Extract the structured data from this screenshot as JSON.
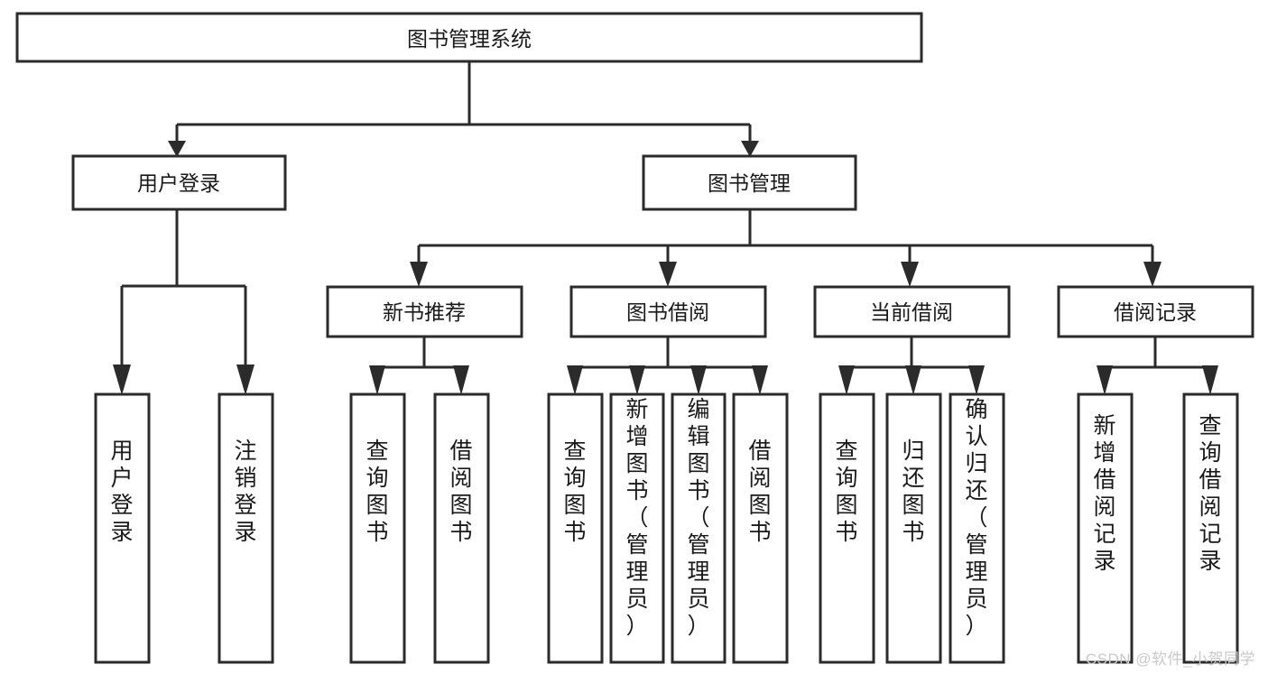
{
  "diagram": {
    "title": "图书管理系统",
    "type": "tree-structure-chart",
    "watermark": "CSDN @软件_小贺同学",
    "colors": {
      "background": "#ffffff",
      "box_fill": "#ffffff",
      "box_stroke": "#2b2b2b",
      "text": "#1a1a1a",
      "watermark": "#c9c9c9"
    },
    "nodes": {
      "root": {
        "label": "图书管理系统",
        "level": 1
      },
      "level2": [
        {
          "id": "user-login",
          "label": "用户登录"
        },
        {
          "id": "book-management",
          "label": "图书管理"
        }
      ],
      "level3": [
        {
          "id": "new-book-recommend",
          "label": "新书推荐"
        },
        {
          "id": "book-borrow",
          "label": "图书借阅"
        },
        {
          "id": "current-borrow",
          "label": "当前借阅"
        },
        {
          "id": "borrow-record",
          "label": "借阅记录"
        }
      ],
      "leaves": {
        "user-login": [
          {
            "id": "leaf-user-login",
            "label": "用户登录"
          },
          {
            "id": "leaf-user-logout",
            "label": "注销登录"
          }
        ],
        "new-book-recommend": [
          {
            "id": "leaf-query-book-1",
            "label": "查询图书"
          },
          {
            "id": "leaf-borrow-book-1",
            "label": "借阅图书"
          }
        ],
        "book-borrow": [
          {
            "id": "leaf-query-book-2",
            "label": "查询图书"
          },
          {
            "id": "leaf-add-book",
            "label": "新增图书（管理员）"
          },
          {
            "id": "leaf-edit-book",
            "label": "编辑图书（管理员）"
          },
          {
            "id": "leaf-borrow-book-2",
            "label": "借阅图书"
          }
        ],
        "current-borrow": [
          {
            "id": "leaf-query-book-3",
            "label": "查询图书"
          },
          {
            "id": "leaf-return-book",
            "label": "归还图书"
          },
          {
            "id": "leaf-confirm-return",
            "label": "确认归还（管理员）"
          }
        ],
        "borrow-record": [
          {
            "id": "leaf-add-record",
            "label": "新增借阅记录"
          },
          {
            "id": "leaf-query-record",
            "label": "查询借阅记录"
          }
        ]
      }
    }
  }
}
